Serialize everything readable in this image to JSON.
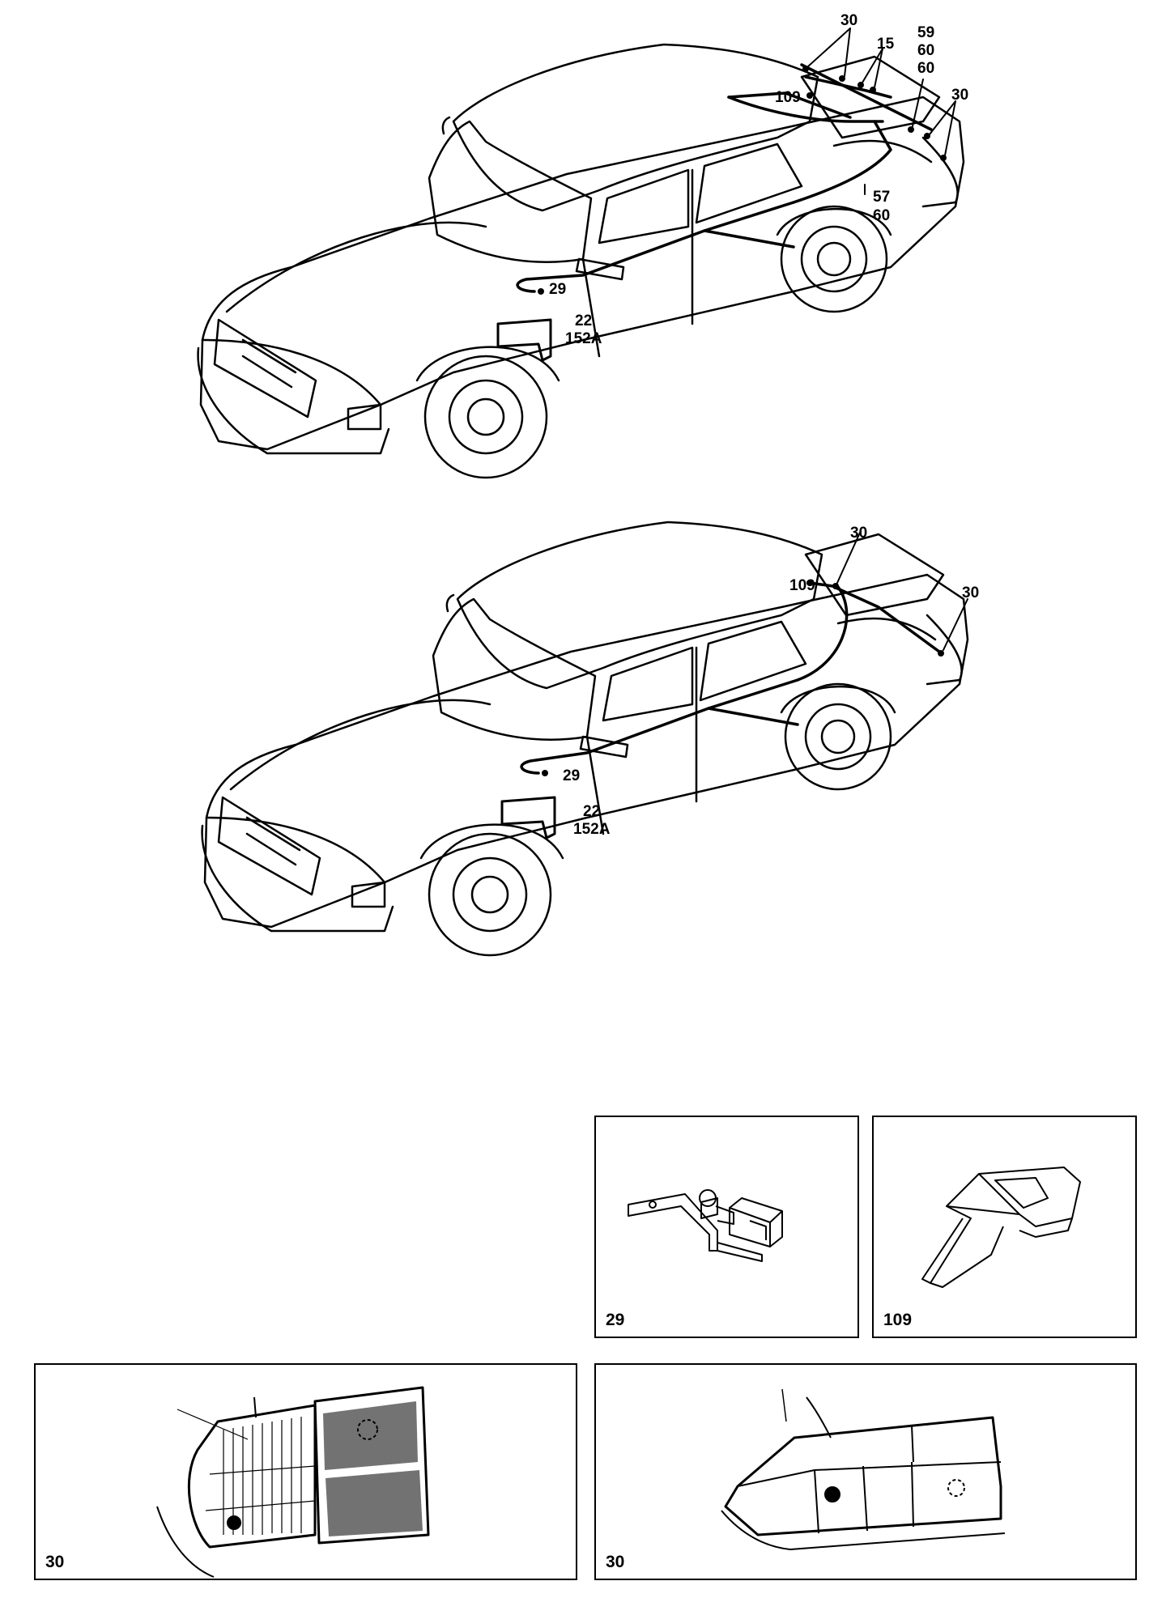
{
  "figure_top": {
    "callouts": {
      "c30_a": "30",
      "c15": "15",
      "c59": "59",
      "c60_a": "60",
      "c60_b": "60",
      "c30_b": "30",
      "c109": "109",
      "c57": "57",
      "c60_c": "60",
      "c29": "29",
      "c22": "22",
      "c152a": "152A"
    }
  },
  "figure_middle": {
    "callouts": {
      "c30_a": "30",
      "c109": "109",
      "c30_b": "30",
      "c29": "29",
      "c22": "22",
      "c152a": "152A"
    }
  },
  "detail_panels": {
    "p29": {
      "label": "29",
      "icon": "door-switch-icon"
    },
    "p109": {
      "label": "109",
      "icon": "lamp-unit-icon"
    },
    "p30_left": {
      "label": "30",
      "icon": "tail-lamp-icon"
    },
    "p30_right": {
      "label": "30",
      "icon": "tail-lamp-icon"
    }
  }
}
